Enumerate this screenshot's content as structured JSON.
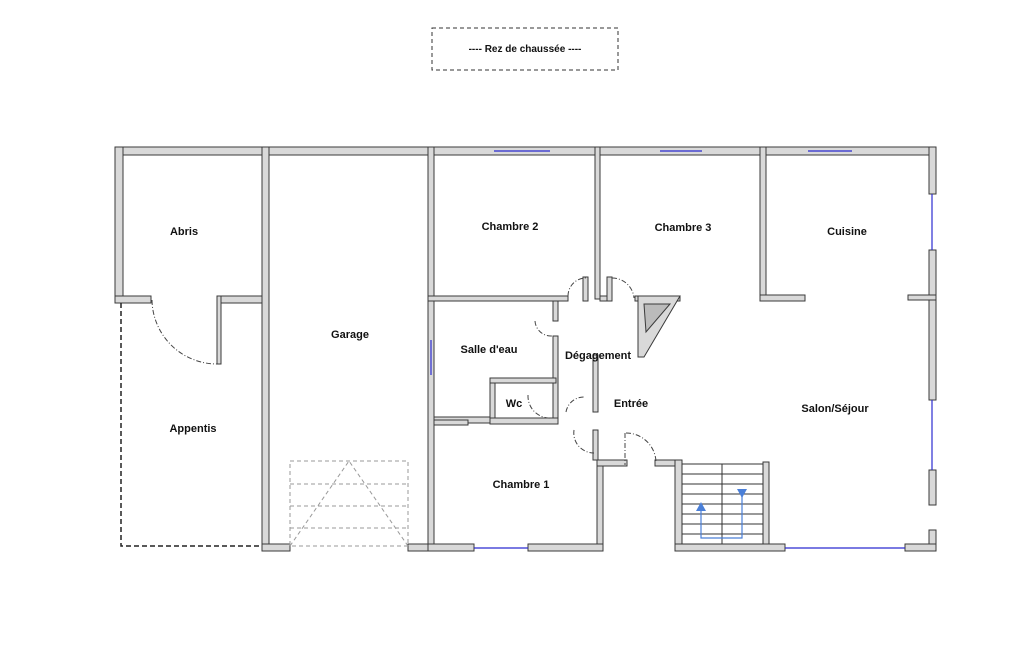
{
  "title": "----  Rez de chaussée  ----",
  "rooms": {
    "abris": "Abris",
    "garage": "Garage",
    "chambre2": "Chambre 2",
    "chambre3": "Chambre 3",
    "cuisine": "Cuisine",
    "salle_eau": "Salle d'eau",
    "degagement": "Dégagement",
    "wc": "Wc",
    "entree": "Entrée",
    "appentis": "Appentis",
    "chambre1": "Chambre 1",
    "salon": "Salon/Séjour"
  },
  "colors": {
    "wall_fill": "#d9d9d9",
    "wall_stroke": "#3a3a3a",
    "window": "#2a2ad0",
    "stair_arrow": "#4a7fd8",
    "door_swing": "#444444"
  }
}
